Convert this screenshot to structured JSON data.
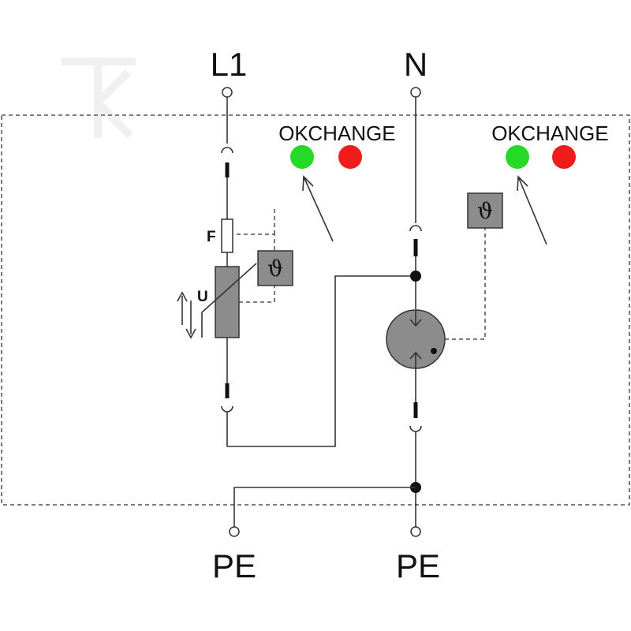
{
  "terminals": {
    "top_left": "L1",
    "top_right": "N",
    "bottom_left": "PE",
    "bottom_right": "PE"
  },
  "indicators_left": {
    "ok_label": "OK",
    "change_label": "CHANGE"
  },
  "indicators_right": {
    "ok_label": "OK",
    "change_label": "CHANGE"
  },
  "components": {
    "fuse_label": "F",
    "varistor_label": "U",
    "thermal_symbol": "ϑ"
  },
  "colors": {
    "ok": "#26d926",
    "change": "#f01c1c",
    "component_fill": "#8c8c8c",
    "line": "#333333",
    "watermark": "#f2f2f2"
  }
}
